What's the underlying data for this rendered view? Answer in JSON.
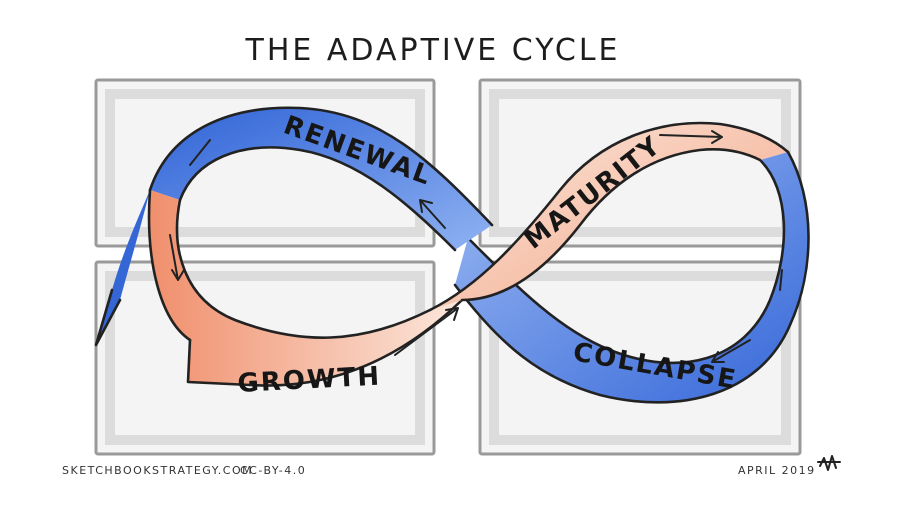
{
  "title": "THE ADAPTIVE CYCLE",
  "phases": {
    "renewal": "RENEWAL",
    "maturity": "MATURITY",
    "growth": "GROWTH",
    "collapse": "COLLAPSE"
  },
  "footer": {
    "site": "SKETCHBOOKSTRATEGY.COM",
    "license": "CC-BY-4.0",
    "date": "APRIL 2019"
  },
  "colors": {
    "blue": "#3e74e0",
    "orange": "#f4a98a",
    "cream": "#fbe3d6"
  }
}
